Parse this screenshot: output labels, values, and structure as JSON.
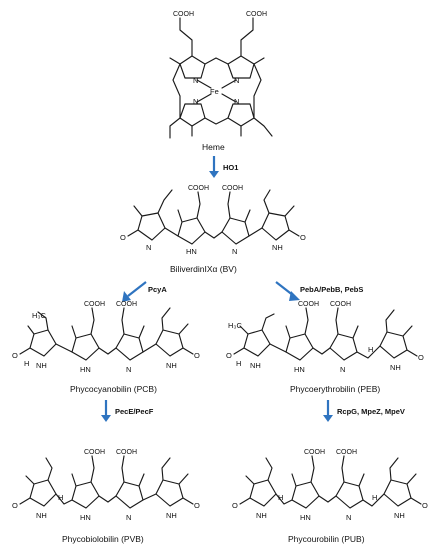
{
  "compounds": {
    "heme": "Heme",
    "bv": "BiliverdinIXα  (BV)",
    "pcb": "Phycocyanobilin  (PCB)",
    "peb": "Phycoerythrobilin  (PEB)",
    "pvb": "Phycobiolobilin  (PVB)",
    "pub": "Phycourobilin  (PUB)"
  },
  "enzymes": {
    "ho1": "HO1",
    "pcya": "PcyA",
    "pebs": "PebA/PebB, PebS",
    "pecef": "PecE/PecF",
    "rcpg": "RcpG, MpeZ, MpeV"
  },
  "atoms": {
    "cooh": "COOH",
    "fe": "Fe",
    "n": "N",
    "nh": "NH",
    "o": "O",
    "h": "H",
    "hn": "HN",
    "h3c": "H₃C"
  },
  "colors": {
    "arrow": "#2f74c0",
    "bond": "#1a1a1a"
  }
}
